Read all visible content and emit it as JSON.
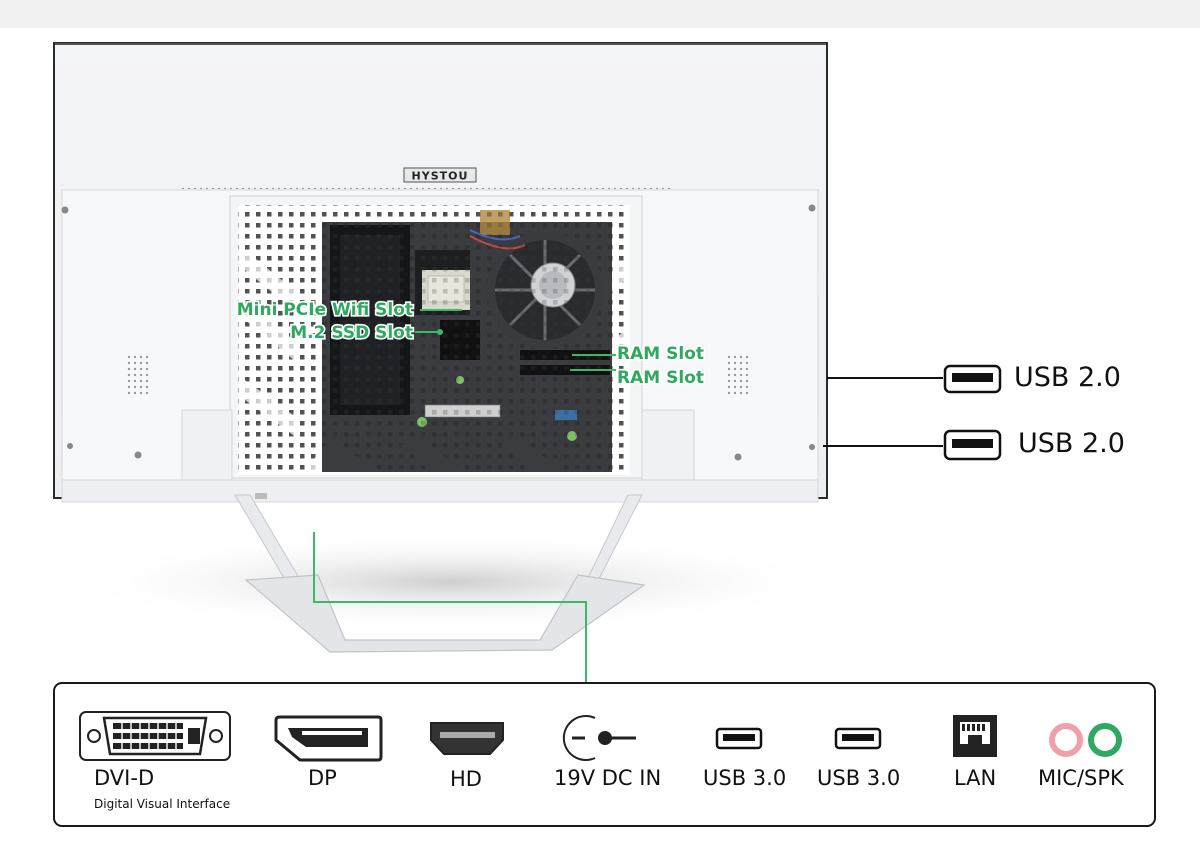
{
  "brand": {
    "logo_text": "HYSTOU"
  },
  "annotations": {
    "wifi_slot": "Mini PCIe Wifi Slot",
    "ssd_slot": "M.2 SSD Slot",
    "ram_slot_1": "RAM Slot",
    "ram_slot_2": "RAM Slot"
  },
  "side_ports": {
    "usb_top": "USB 2.0",
    "usb_bottom": "USB 2.0"
  },
  "rear_ports": {
    "dvi": {
      "label": "DVI-D",
      "sub": "Digital Visual Interface"
    },
    "dp": {
      "label": "DP"
    },
    "hd": {
      "label": "HD"
    },
    "dc": {
      "label": "19V DC IN"
    },
    "usb3_a": {
      "label": "USB 3.0"
    },
    "usb3_b": {
      "label": "USB 3.0"
    },
    "lan": {
      "label": "LAN"
    },
    "audio": {
      "label": "MIC/SPK"
    }
  },
  "colors": {
    "annotation_green": "#2fa860",
    "line_green": "#3db86a",
    "mic_pink": "#f0a0a8",
    "spk_green": "#2fa860"
  }
}
